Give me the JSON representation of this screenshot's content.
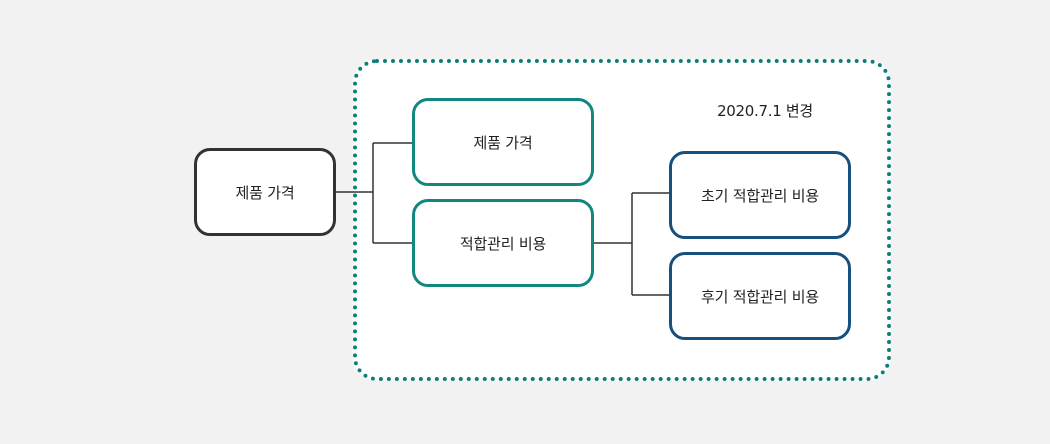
{
  "diagram": {
    "root": {
      "label": "제품 가격"
    },
    "group_note": "2020.7.1 변경",
    "level1": [
      {
        "label": "제품 가격"
      },
      {
        "label": "적합관리 비용"
      }
    ],
    "level2": [
      {
        "label": "초기 적합관리 비용"
      },
      {
        "label": "후기 적합관리 비용"
      }
    ]
  },
  "colors": {
    "background": "#f2f2f2",
    "group_border": "#0d7f7b",
    "root_border": "#333333",
    "level1_border": "#11877f",
    "level2_border": "#174f7d",
    "connector": "#333333"
  }
}
